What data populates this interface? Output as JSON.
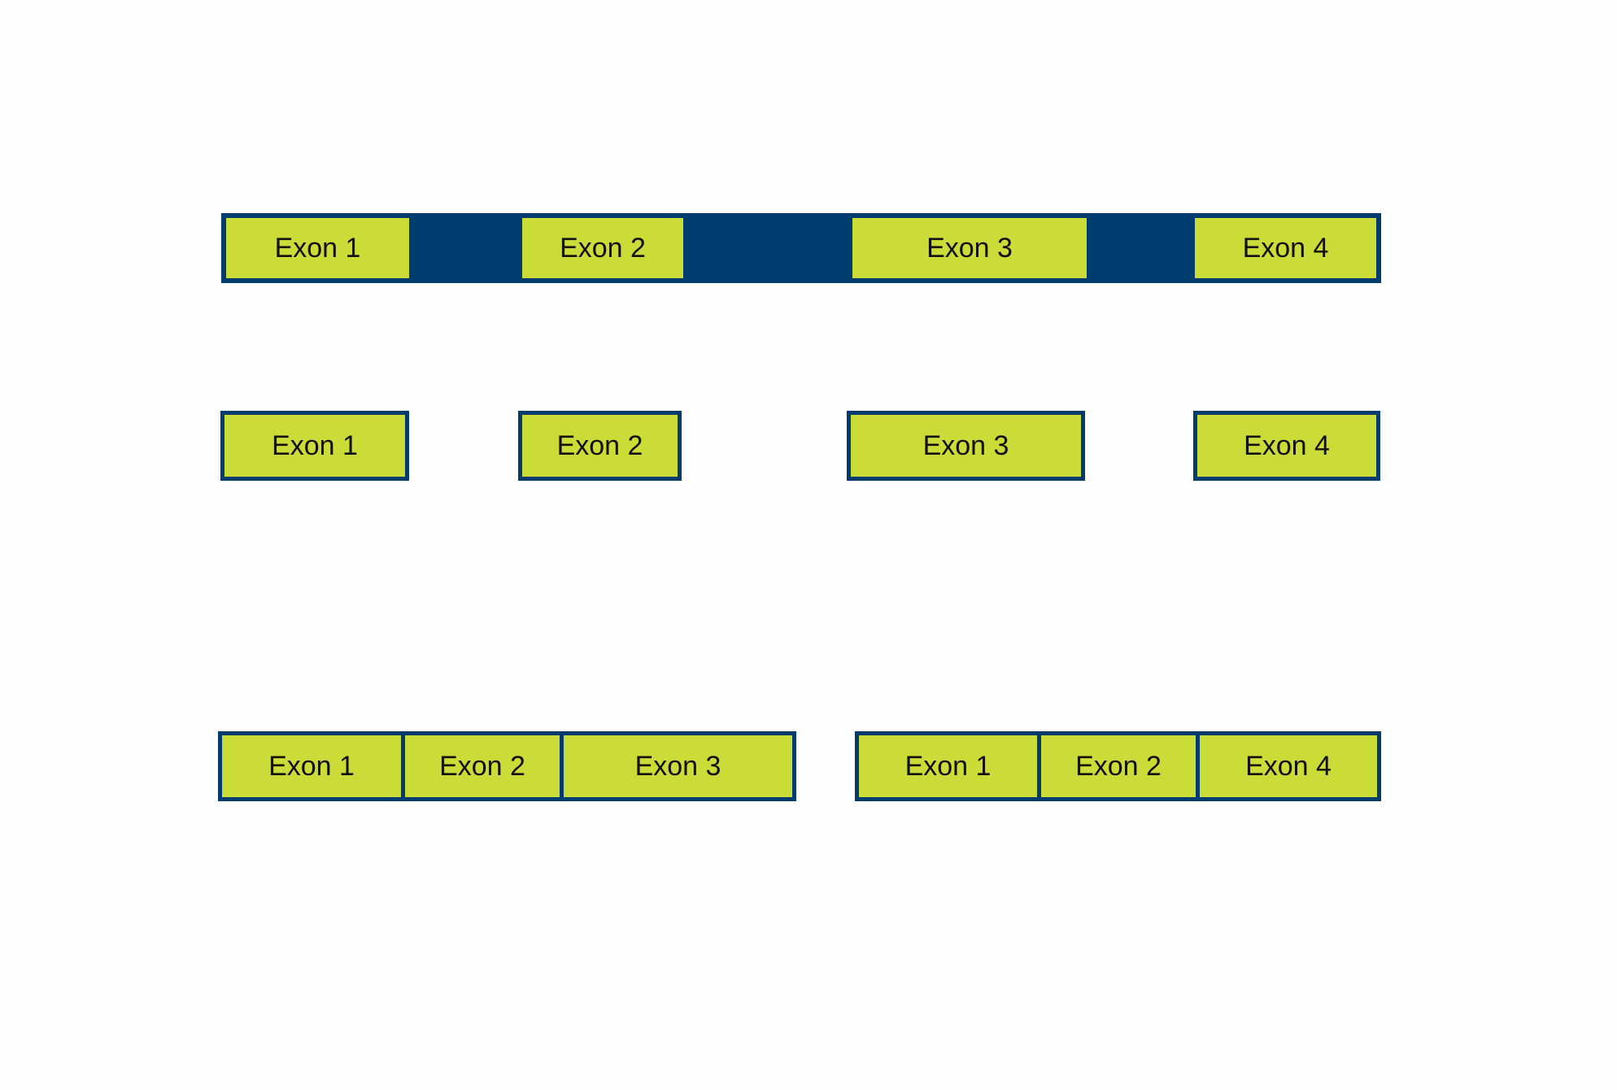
{
  "colors": {
    "exon_fill": "#cbdb37",
    "intron_and_border": "#003d6e",
    "text": "#111111",
    "background": "#fefefe"
  },
  "pre_mrna": {
    "exons": [
      "Exon 1",
      "Exon 2",
      "Exon 3",
      "Exon 4"
    ]
  },
  "spliced_exons": {
    "exons": [
      "Exon 1",
      "Exon 2",
      "Exon 3",
      "Exon 4"
    ]
  },
  "mature_mrna": {
    "isoform_a": [
      "Exon 1",
      "Exon 2",
      "Exon 3"
    ],
    "isoform_b": [
      "Exon 1",
      "Exon 2",
      "Exon 4"
    ]
  }
}
